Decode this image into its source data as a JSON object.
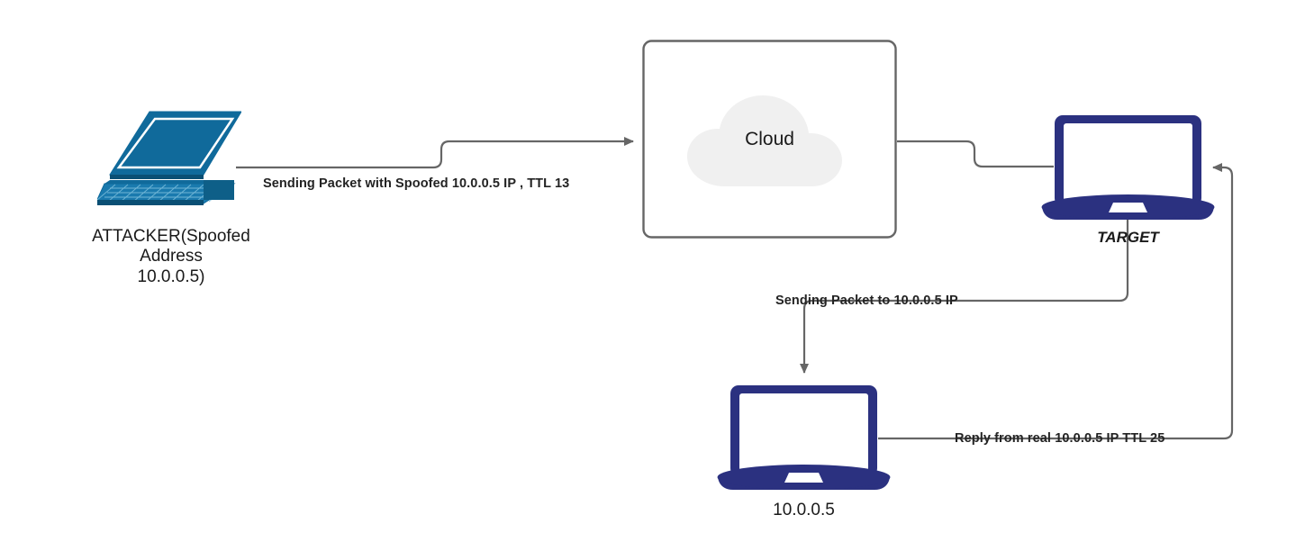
{
  "diagram": {
    "title": "IP spoofing with TTL analysis network diagram",
    "background_color": "#ffffff",
    "wire_color": "#666666",
    "laptop_navy_color": "#2b3180",
    "laptop_teal_color": "#106a9b",
    "cloud_fill_color": "#f0f0f0",
    "box_border_color": "#666666",
    "text_color": "#1a1a1a"
  },
  "nodes": {
    "attacker": {
      "icon": "laptop-3d-teal-icon",
      "label": "ATTACKER(Spoofed\nAddress\n10.0.0.5)",
      "label_lines": [
        "ATTACKER(Spoofed",
        "Address",
        "10.0.0.5)"
      ]
    },
    "cloud": {
      "icon": "cloud-icon",
      "label": "Cloud",
      "container": "rounded-rectangle"
    },
    "target": {
      "icon": "laptop-front-navy-icon",
      "label": "TARGET"
    },
    "victim": {
      "icon": "laptop-front-navy-icon",
      "label": "10.0.0.5"
    }
  },
  "edges": [
    {
      "id": "attacker-to-cloud",
      "label": "Sending Packet with Spoofed 10.0.0.5 IP , TTL 13",
      "from": "attacker",
      "to": "cloud",
      "arrow": "end"
    },
    {
      "id": "cloud-to-target",
      "label": "",
      "from": "cloud",
      "to": "target",
      "arrow": "none"
    },
    {
      "id": "target-to-victim",
      "label": "Sending Packet to 10.0.0.5 IP",
      "from": "target",
      "to": "victim",
      "arrow": "end"
    },
    {
      "id": "victim-to-target-reply",
      "label": "Reply from real 10.0.0.5 IP TTL 25",
      "from": "victim",
      "to": "target",
      "arrow": "end"
    }
  ]
}
